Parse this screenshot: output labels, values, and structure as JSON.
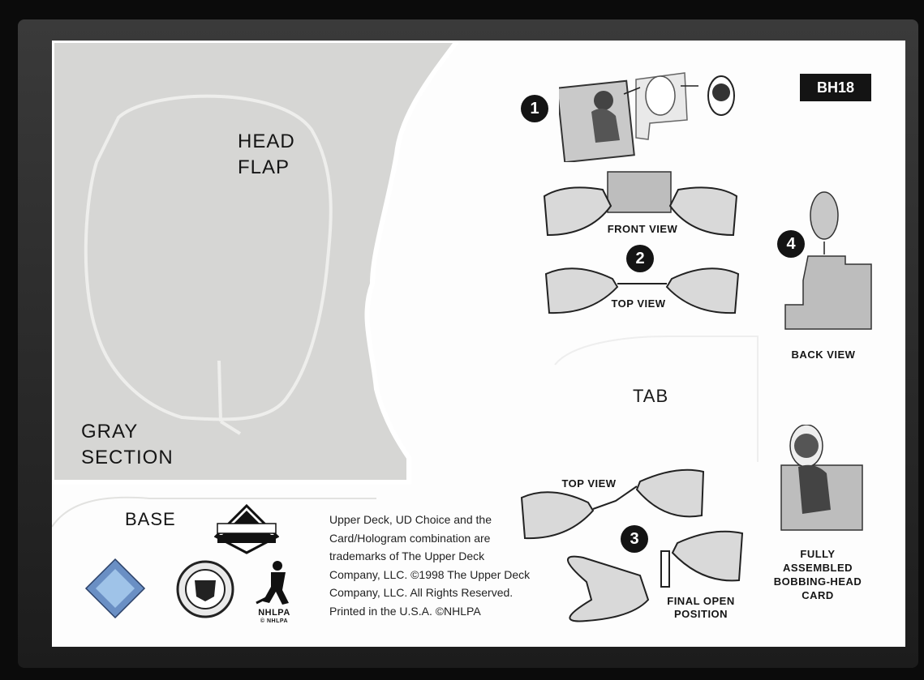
{
  "card": {
    "number": "BH18",
    "head_flap": [
      "HEAD",
      "FLAP"
    ],
    "gray_section": [
      "GRAY",
      "SECTION"
    ],
    "tab": "TAB",
    "base": "BASE",
    "steps": [
      "1",
      "2",
      "3",
      "4"
    ],
    "front_view": "FRONT VIEW",
    "top_view_2": "TOP VIEW",
    "top_view_3": "TOP VIEW",
    "final_open": [
      "FINAL OPEN",
      "POSITION"
    ],
    "back_view": "BACK VIEW",
    "assembled": [
      "FULLY",
      "ASSEMBLED",
      "BOBBING-HEAD",
      "CARD"
    ],
    "upper_deck_logo": "UPPER DECK",
    "nhlpa_logo": "NHLPA",
    "nhlpa_small": "© NHLPA",
    "legal_lines": [
      "Upper Deck, UD Choice and the",
      "Card/Hologram combination are",
      "trademarks of The Upper Deck",
      "Company, LLC. ©1998 The Upper Deck",
      "Company, LLC. All Rights Reserved.",
      "Printed in the U.S.A. ©NHLPA"
    ]
  },
  "colors": {
    "gray_section": "#d6d6d4",
    "badge": "#141414",
    "card": "#fdfdfd"
  }
}
